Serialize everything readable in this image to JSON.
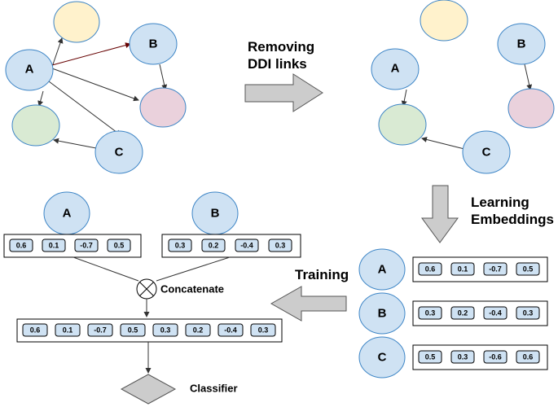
{
  "steps": {
    "removing": [
      "Removing",
      "DDI links"
    ],
    "learning": [
      "Learning",
      "Embeddings"
    ],
    "training": "Training"
  },
  "colors": {
    "node_blue": "#cfe2f3",
    "node_yellow": "#fff2cc",
    "node_pink": "#ead1dc",
    "node_green": "#d9ead3",
    "node_stroke": "#3d85c6",
    "cell_fill": "#cfe2f3",
    "arrow_gray": "#cccccc",
    "brown_link": "#660000"
  },
  "graph_before": {
    "labels": {
      "a": "A",
      "b": "B",
      "c": "C"
    }
  },
  "graph_after": {
    "labels": {
      "a": "A",
      "b": "B",
      "c": "C"
    }
  },
  "embeddings": [
    {
      "node": "A",
      "values": [
        "0.6",
        "0.1",
        "-0.7",
        "0.5"
      ]
    },
    {
      "node": "B",
      "values": [
        "0.3",
        "0.2",
        "-0.4",
        "0.3"
      ]
    },
    {
      "node": "C",
      "values": [
        "0.5",
        "0.3",
        "-0.6",
        "0.6"
      ]
    }
  ],
  "pair": {
    "left": {
      "node": "A",
      "values": [
        "0.6",
        "0.1",
        "-0.7",
        "0.5"
      ]
    },
    "right": {
      "node": "B",
      "values": [
        "0.3",
        "0.2",
        "-0.4",
        "0.3"
      ]
    }
  },
  "concat_label": "Concatenate",
  "concatenated": [
    "0.6",
    "0.1",
    "-0.7",
    "0.5",
    "0.3",
    "0.2",
    "-0.4",
    "0.3"
  ],
  "classifier_label": "Classifier"
}
